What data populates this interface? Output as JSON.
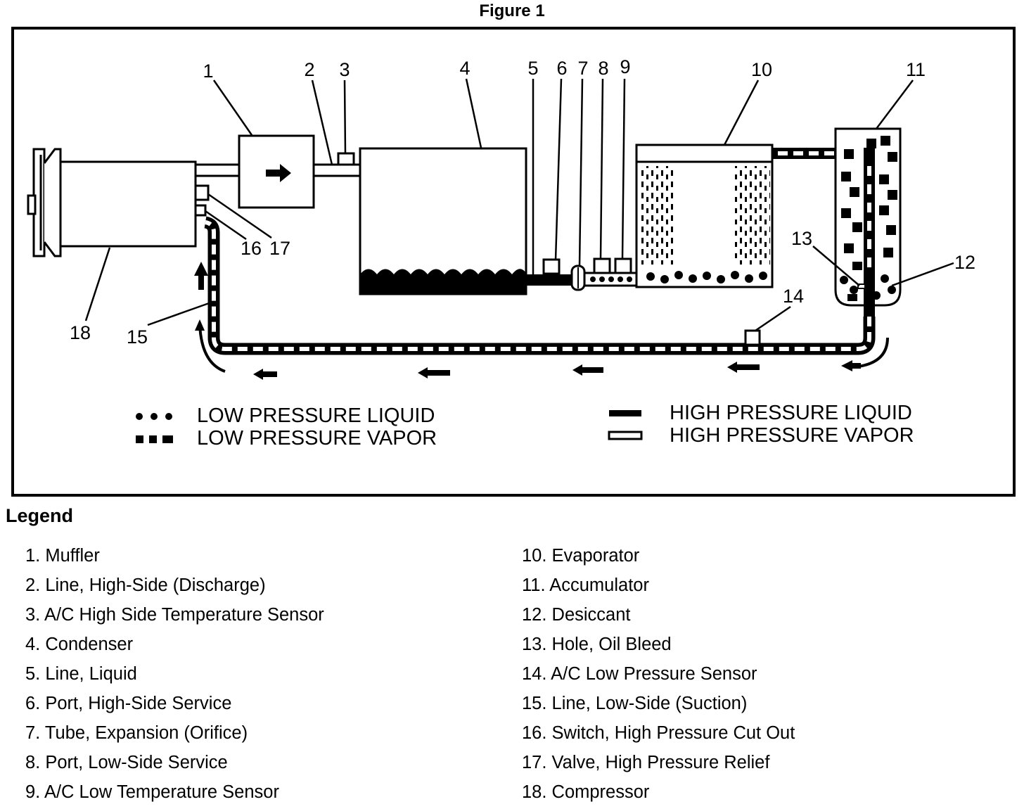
{
  "title": "Figure 1",
  "callouts": [
    "1",
    "2",
    "3",
    "4",
    "5",
    "6",
    "7",
    "8",
    "9",
    "10",
    "11",
    "12",
    "13",
    "14",
    "15",
    "16",
    "17",
    "18"
  ],
  "key": {
    "low_pressure_liquid": "LOW PRESSURE LIQUID",
    "low_pressure_vapor": "LOW PRESSURE VAPOR",
    "high_pressure_liquid": "HIGH PRESSURE LIQUID",
    "high_pressure_vapor": "HIGH PRESSURE VAPOR"
  },
  "legend": {
    "heading": "Legend",
    "items": [
      "1. Muffler",
      "2. Line, High-Side (Discharge)",
      "3. A/C High Side Temperature Sensor",
      "4. Condenser",
      "5. Line, Liquid",
      "6. Port, High-Side Service",
      "7. Tube, Expansion (Orifice)",
      "8. Port, Low-Side Service",
      "9. A/C Low Temperature Sensor",
      "10. Evaporator",
      "11. Accumulator",
      "12. Desiccant",
      "13. Hole, Oil Bleed",
      "14. A/C Low Pressure Sensor",
      "15. Line, Low-Side (Suction)",
      "16. Switch, High Pressure Cut Out",
      "17. Valve, High Pressure Relief",
      "18. Compressor"
    ]
  }
}
